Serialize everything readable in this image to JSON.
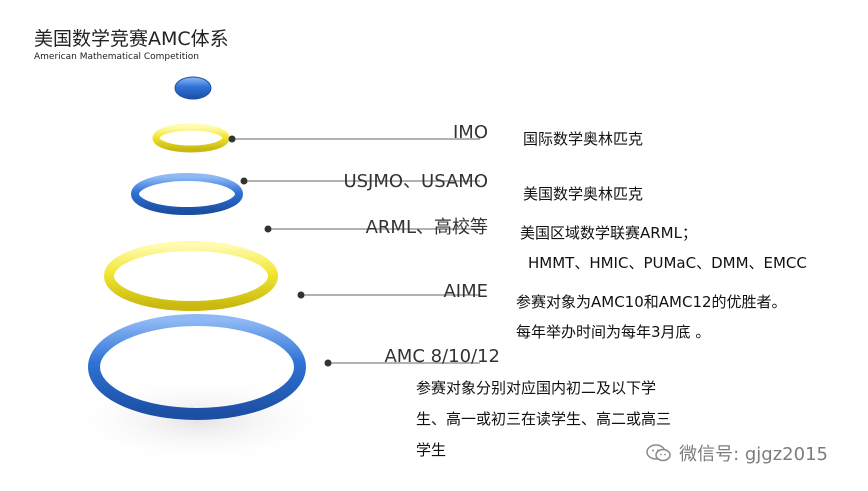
{
  "title": "美国数学竞赛AMC体系",
  "subtitle": "American Mathematical Competition",
  "levels": [
    {
      "label": "IMO",
      "desc": [
        "国际数学奥林匹克"
      ]
    },
    {
      "label": "USJMO、USAMO",
      "desc": [
        "美国数学奥林匹克"
      ]
    },
    {
      "label": "ARML、高校等",
      "desc": [
        "美国区域数学联赛ARML；",
        "HMMT、HMIC、PUMaC、DMM、EMCC"
      ]
    },
    {
      "label": "AIME",
      "desc": [
        "参赛对象为AMC10和AMC12的优胜者。",
        "每年举办时间为每年3月底 。"
      ]
    },
    {
      "label": "AMC 8/10/12",
      "desc": [
        "参赛对象分别对应国内初二及以下学",
        "生、高一或初三在读学生、高二或高三",
        "学生"
      ]
    }
  ],
  "colors": {
    "blue": "#2f72d6",
    "yellow": "#f2e632",
    "line": "#666666"
  },
  "watermark": {
    "icon": "wechat-icon",
    "text": "微信号: gjgz2015"
  }
}
